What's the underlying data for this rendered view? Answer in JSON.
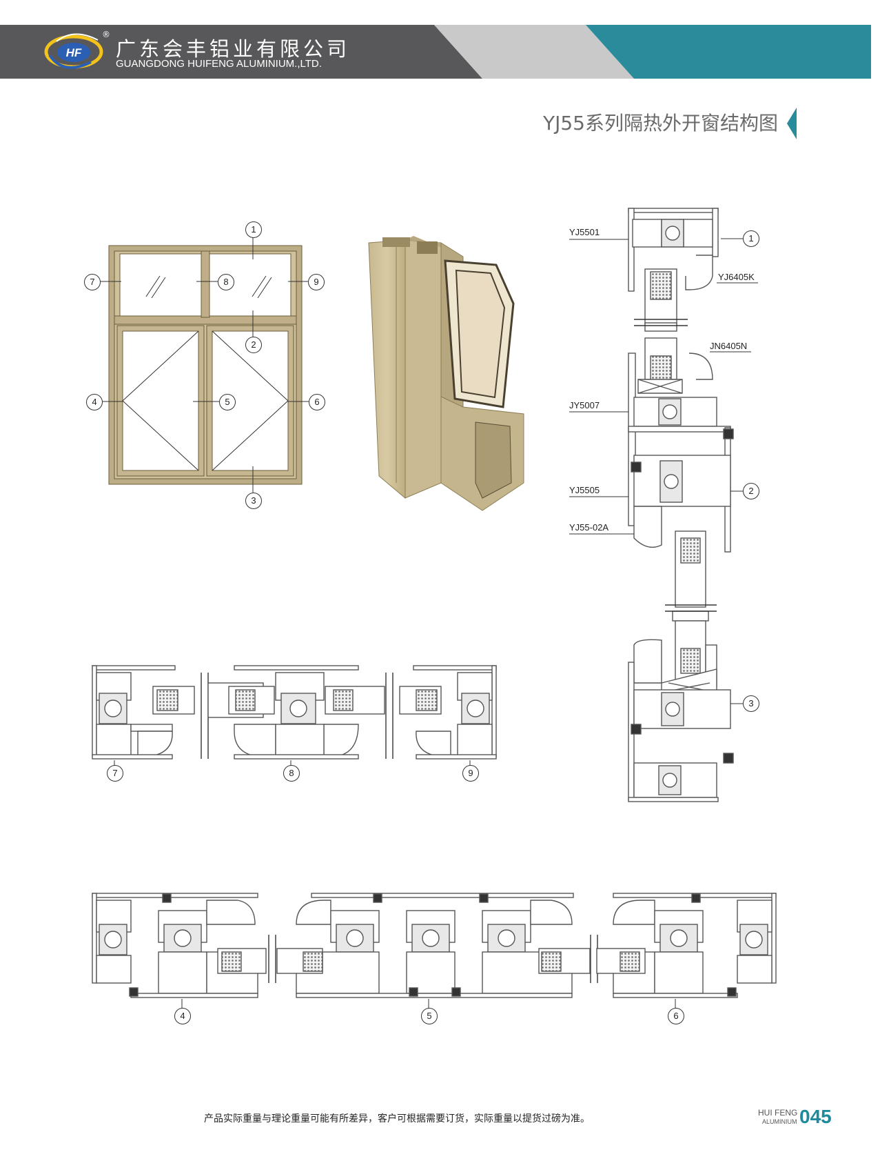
{
  "header": {
    "company_cn": "广东会丰铝业有限公司",
    "company_en": "GUANGDONG HUIFENG ALUMINIUM.,LTD.",
    "registered_mark": "®",
    "logo_text": "HF",
    "colors": {
      "dark": "#58585a",
      "light": "#c9c9c9",
      "teal": "#2a8b9b"
    }
  },
  "title": "YJ55系列隔热外开窗结构图",
  "elevation_callouts": [
    "1",
    "2",
    "3",
    "4",
    "5",
    "6",
    "7",
    "8",
    "9"
  ],
  "vertical_section": {
    "part_labels": [
      "YJ5501",
      "YJ6405K",
      "JN6405N",
      "JY5007",
      "YJ5505",
      "YJ55-02A"
    ],
    "callouts": [
      "1",
      "2",
      "3"
    ]
  },
  "horizontal_section_top": {
    "callouts": [
      "7",
      "8",
      "9"
    ]
  },
  "horizontal_section_bottom": {
    "callouts": [
      "4",
      "5",
      "6"
    ]
  },
  "footer": {
    "note": "产品实际重量与理论重量可能有所差异，客户可根据需要订货，实际重量以提货过磅为准。",
    "brand_line1": "HUI FENG",
    "brand_line2": "ALUMINIUM",
    "page_number": "045",
    "accent": "#1e8a9c"
  }
}
